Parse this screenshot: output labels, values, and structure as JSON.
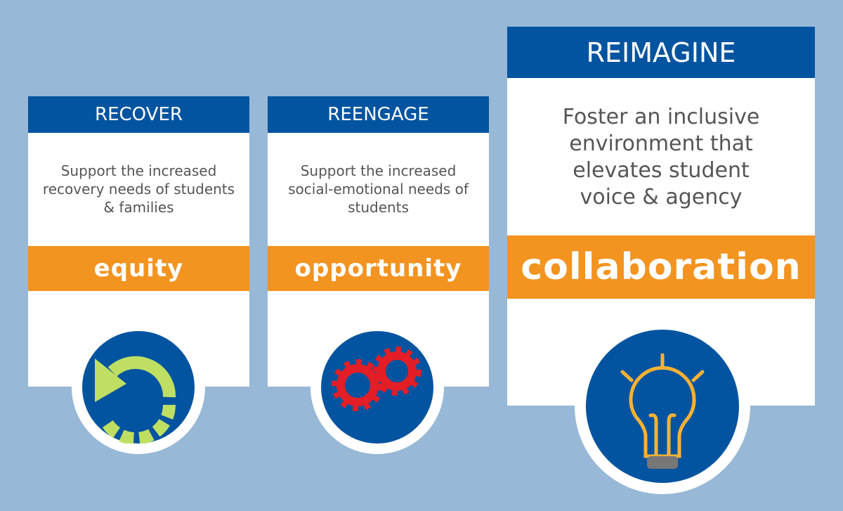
{
  "pillars": [
    {
      "title": "RECOVER",
      "description": "Support the increased recovery needs of students & families",
      "value": "equity",
      "icon": "recovery-arrow-icon"
    },
    {
      "title": "REENGAGE",
      "description": "Support the increased social-emotional needs of students",
      "value": "opportunity",
      "icon": "gears-icon"
    },
    {
      "title": "REIMAGINE",
      "description": "Foster an inclusive environment that elevates student voice & agency",
      "value": "collaboration",
      "icon": "lightbulb-icon"
    }
  ],
  "colors": {
    "background": "#97b8d6",
    "header_blue": "#0254a0",
    "orange": "#f39320",
    "green": "#bfdf63",
    "red": "#e41e26",
    "yellow": "#f9b233"
  }
}
